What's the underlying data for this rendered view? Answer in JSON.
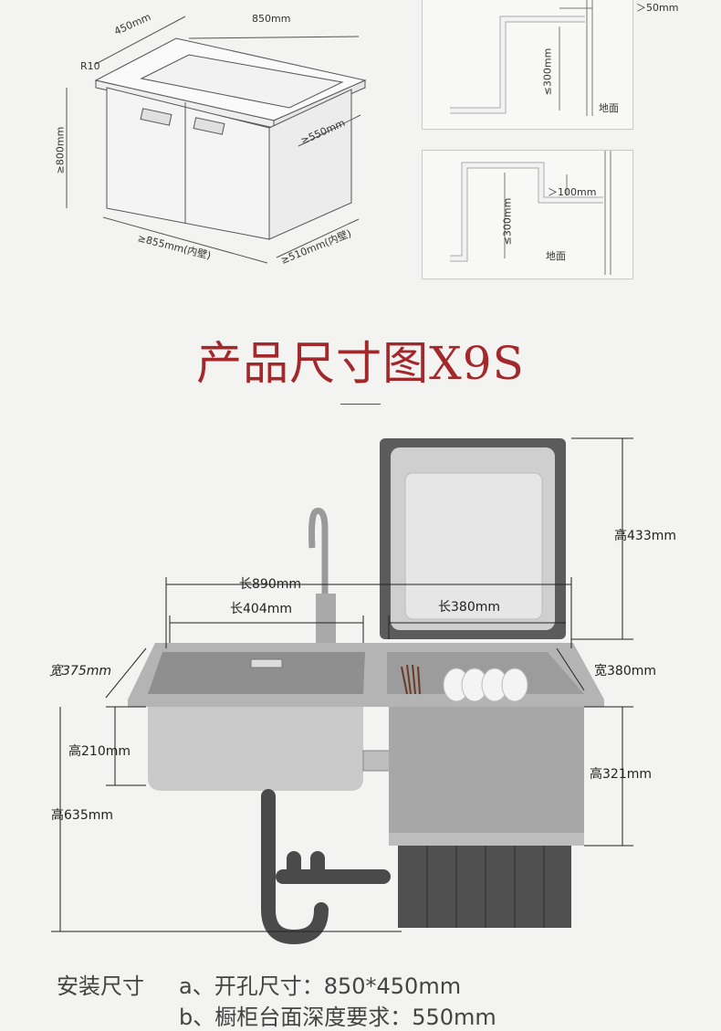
{
  "cabinet": {
    "width_label": "850mm",
    "depth_label": "450mm",
    "radius_label": "R10",
    "height_label": "≥800mm",
    "side_label": "≥550mm",
    "inner_width_label": "≥855mm(内壁)",
    "inner_depth_label": "≥510mm(内壁)"
  },
  "drain_top": {
    "gap_label": "＞50mm",
    "height_label": "≤300mm",
    "floor_label": "地面"
  },
  "drain_bottom": {
    "gap_label": "＞100mm",
    "height_label": "≤300mm",
    "floor_label": "地面"
  },
  "title": "产品尺寸图X9S",
  "product": {
    "len_total": "长890mm",
    "len_sink": "长404mm",
    "len_washer": "长380mm",
    "height_washer_top": "高433mm",
    "width_sink": "宽375mm",
    "width_washer": "宽380mm",
    "height_basin": "高210mm",
    "height_washer_body": "高321mm",
    "height_total": "高635mm"
  },
  "install": {
    "heading": "安装尺寸",
    "line_a": "a、开孔尺寸：850*450mm",
    "line_b": "b、橱柜台面深度要求：550mm"
  },
  "colors": {
    "title": "#a3282b",
    "steel": "#a7a7a7",
    "pipe": "#4a4a4a"
  }
}
